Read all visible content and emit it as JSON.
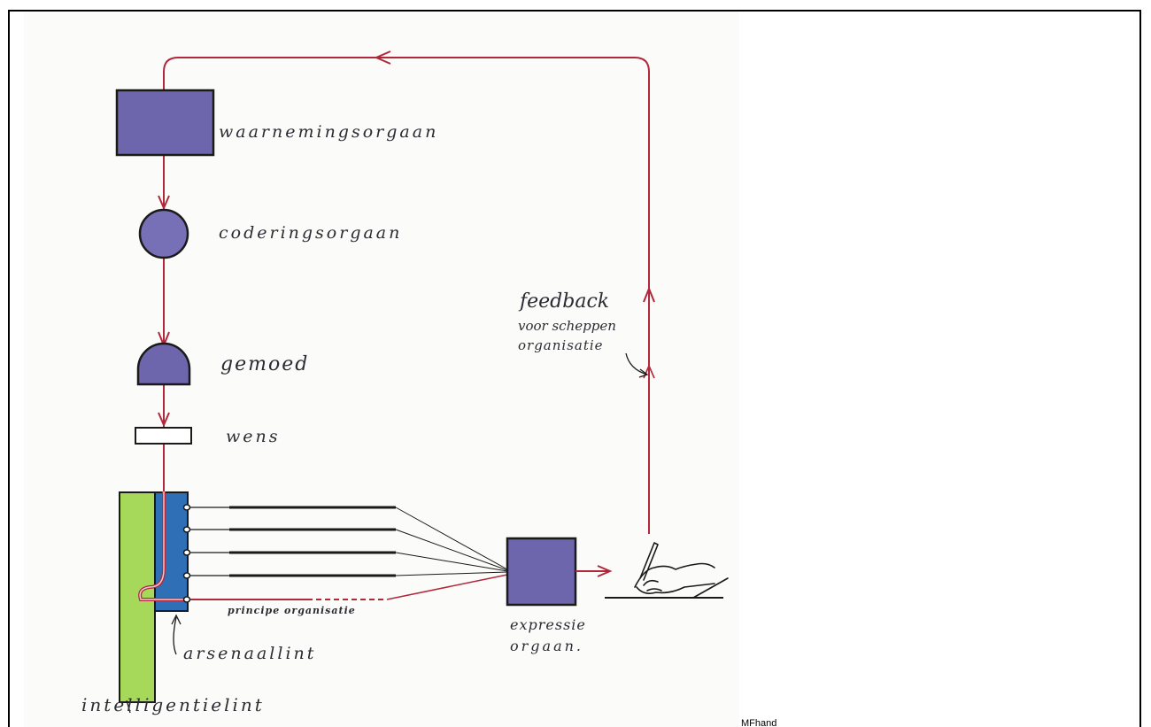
{
  "labels": {
    "waarnemingsorgaan": "waarnemingsorgaan",
    "coderingsorgaan": "coderingsorgaan",
    "gemoed": "gemoed",
    "wens": "wens",
    "feedback_line1": "feedback",
    "feedback_line2": "voor scheppen",
    "feedback_line3": "organisatie",
    "principe": "principe organisatie",
    "arsenaallint": "arsenaallint",
    "intelligentielint": "intelligentielint",
    "expressie_line1": "expressie",
    "expressie_line2": "orgaan."
  },
  "caption": "MFhand",
  "colors": {
    "flow_line": "#b0283a",
    "organ_fill": "#6e66ad",
    "green_ribbon": "#a6d85a",
    "blue_ribbon": "#2f6fb5",
    "ink": "#1a1a1a"
  },
  "icons": {
    "writing_hand": "writing-hand-icon"
  }
}
